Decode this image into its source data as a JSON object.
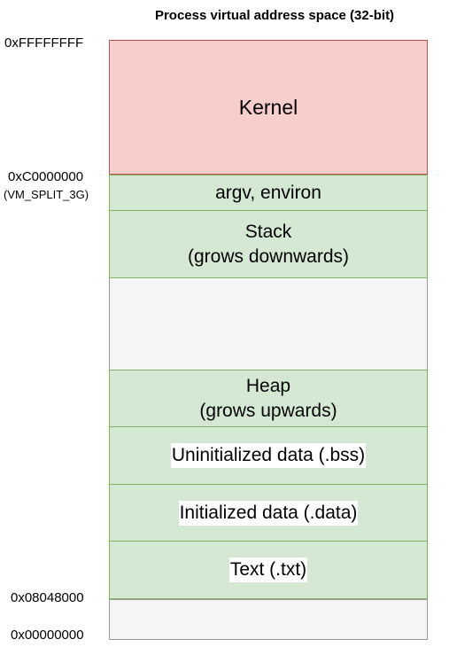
{
  "title": "Process virtual address space (32-bit)",
  "addresses": {
    "top": "0xFFFFFFFF",
    "kernel_split": "0xC0000000",
    "kernel_split_note": "(VM_SPLIT_3G)",
    "text_start": "0x08048000",
    "bottom": "0x00000000"
  },
  "segments": {
    "kernel": "Kernel",
    "argv": "argv, environ",
    "stack_line1": "Stack",
    "stack_line2": "(grows downwards)",
    "heap_line1": "Heap",
    "heap_line2": "(grows upwards)",
    "bss": "Uninitialized data (.bss)",
    "data": "Initialized data (.data)",
    "text": "Text (.txt)"
  },
  "colors": {
    "kernel_fill": "#f8cecc",
    "kernel_stroke": "#b85450",
    "segment_fill": "#d5e8d4",
    "segment_stroke": "#82b366",
    "free_fill": "#f5f5f5"
  }
}
